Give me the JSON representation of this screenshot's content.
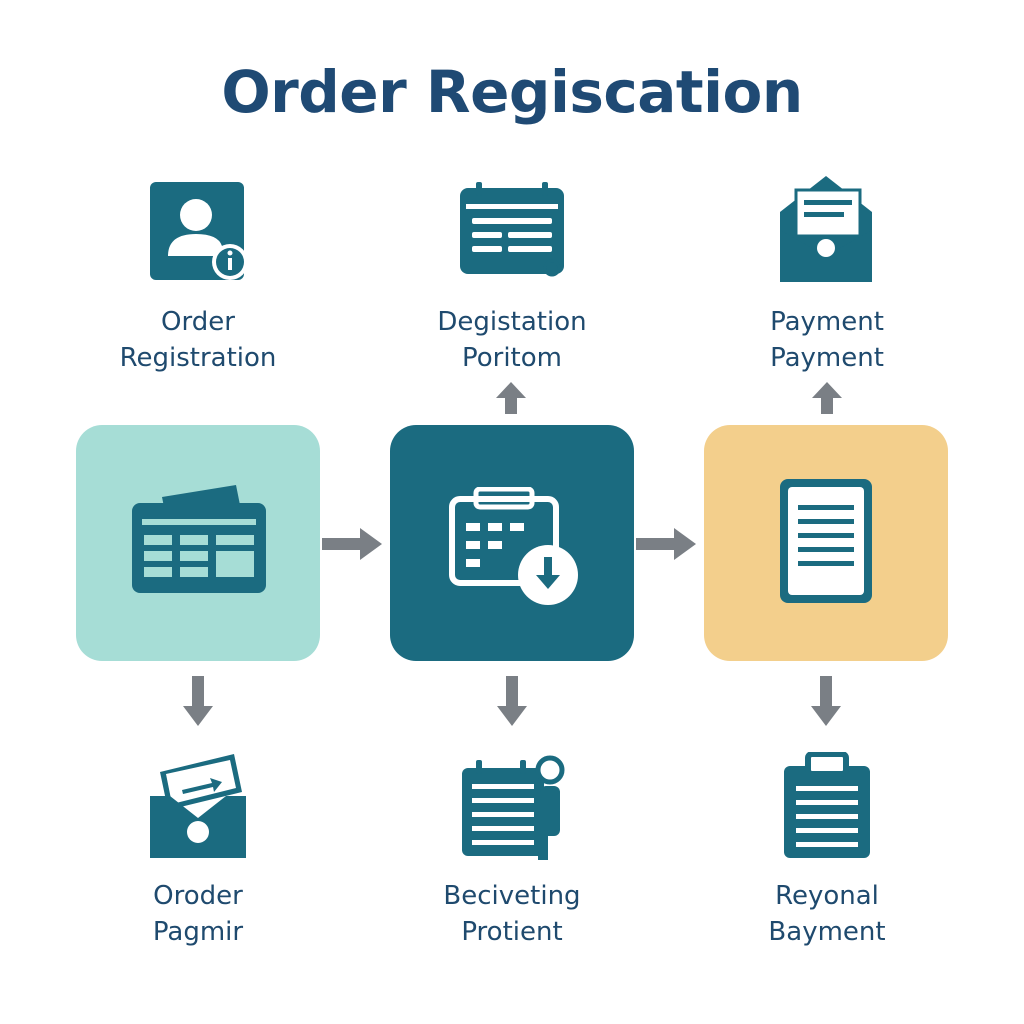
{
  "title": "Order Regiscation",
  "top_labels": [
    {
      "line1": "Order",
      "line2": "Registration"
    },
    {
      "line1": "Degistation",
      "line2": "Poritom"
    },
    {
      "line1": "Payment",
      "line2": "Payment"
    }
  ],
  "bottom_labels": [
    {
      "line1": "Oroder",
      "line2": "Pagmir"
    },
    {
      "line1": "Beciveting",
      "line2": "Protient"
    },
    {
      "line1": "Reyonal",
      "line2": "Bayment"
    }
  ],
  "colors": {
    "primary": "#1b6b80",
    "box_left": "#a6ddd6",
    "box_center": "#1b6b80",
    "box_right": "#f3cf8c",
    "arrow": "#7a7f85",
    "text": "#1f4a6e"
  },
  "icons": {
    "top": [
      "user-info-icon",
      "calendar-list-icon",
      "envelope-letter-icon"
    ],
    "center": [
      "ticket-table-icon",
      "calendar-download-icon",
      "document-icon"
    ],
    "bottom": [
      "envelope-arrow-icon",
      "list-person-icon",
      "clipboard-icon"
    ]
  }
}
